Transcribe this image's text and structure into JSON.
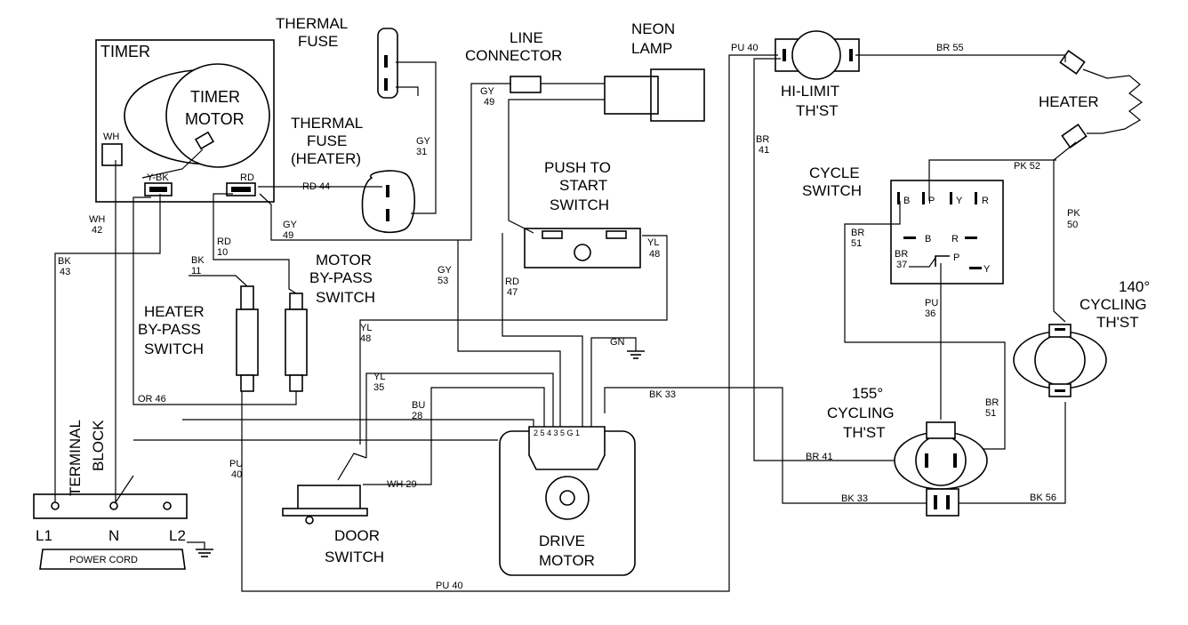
{
  "components": {
    "timer": "TIMER",
    "timer_motor": [
      "TIMER",
      "MOTOR"
    ],
    "thermal_fuse": [
      "THERMAL",
      "FUSE"
    ],
    "thermal_fuse_heater": [
      "THERMAL",
      "FUSE",
      "(HEATER)"
    ],
    "line_connector": [
      "LINE",
      "CONNECTOR"
    ],
    "neon_lamp": [
      "NEON",
      "LAMP"
    ],
    "hi_limit": [
      "HI-LIMIT",
      "TH'ST"
    ],
    "heater": "HEATER",
    "push_to_start": [
      "PUSH TO",
      "START",
      "SWITCH"
    ],
    "cycle_switch": [
      "CYCLE",
      "SWITCH"
    ],
    "motor_bypass": [
      "MOTOR",
      "BY-PASS",
      "SWITCH"
    ],
    "heater_bypass": [
      "HEATER",
      "BY-PASS",
      "SWITCH"
    ],
    "cycling_140": [
      "140°",
      "CYCLING",
      "TH'ST"
    ],
    "cycling_155": [
      "155°",
      "CYCLING",
      "TH'ST"
    ],
    "terminal_block": [
      "TERMINAL",
      "BLOCK"
    ],
    "door_switch": [
      "DOOR",
      "SWITCH"
    ],
    "drive_motor": [
      "DRIVE",
      "MOTOR"
    ],
    "power_cord": "POWER CORD"
  },
  "terminals": {
    "l1": "L1",
    "n": "N",
    "l2": "L2",
    "timer_wh": "WH",
    "timer_ybk": "Y-BK",
    "timer_rd": "RD",
    "cycle_b": "B",
    "cycle_p": "P",
    "cycle_y": "Y",
    "cycle_r": "R",
    "cycle_b2": "B",
    "cycle_r2": "R",
    "cycle_p2": "P",
    "cycle_y2": "Y",
    "motor_pins": "2 5 4 3   5 G 1"
  },
  "wires": {
    "pu40_top": "PU 40",
    "br55": "BR 55",
    "gy49_top": [
      "GY",
      "49"
    ],
    "gy31": [
      "GY",
      "31"
    ],
    "rd44": "RD 44",
    "gy49_timer": [
      "GY",
      "49"
    ],
    "br41_left": [
      "BR",
      "41"
    ],
    "pk52": "PK 52",
    "pk50": [
      "PK",
      "50"
    ],
    "br51_left": [
      "BR",
      "51"
    ],
    "br37": [
      "BR",
      "37"
    ],
    "pu36": [
      "PU",
      "36"
    ],
    "wh42": [
      "WH",
      "42"
    ],
    "bk43": [
      "BK",
      "43"
    ],
    "rd10": [
      "RD",
      "10"
    ],
    "bk11": [
      "BK",
      "11"
    ],
    "gy53": [
      "GY",
      "53"
    ],
    "rd47": [
      "RD",
      "47"
    ],
    "yl48_push": [
      "YL",
      "48"
    ],
    "yl48_left": [
      "YL",
      "48"
    ],
    "gn": "GN",
    "yl35": [
      "YL",
      "35"
    ],
    "bu28": [
      "BU",
      "28"
    ],
    "bk33_top": "BK 33",
    "or46": "OR 46",
    "pu40_left": [
      "PU",
      "40"
    ],
    "wh29": "WH 29",
    "br51_right": [
      "BR",
      "51"
    ],
    "br41_bottom": "BR 41",
    "bk33_bottom": "BK 33",
    "bk56": "BK 56",
    "pu40_bottom": "PU 40"
  }
}
